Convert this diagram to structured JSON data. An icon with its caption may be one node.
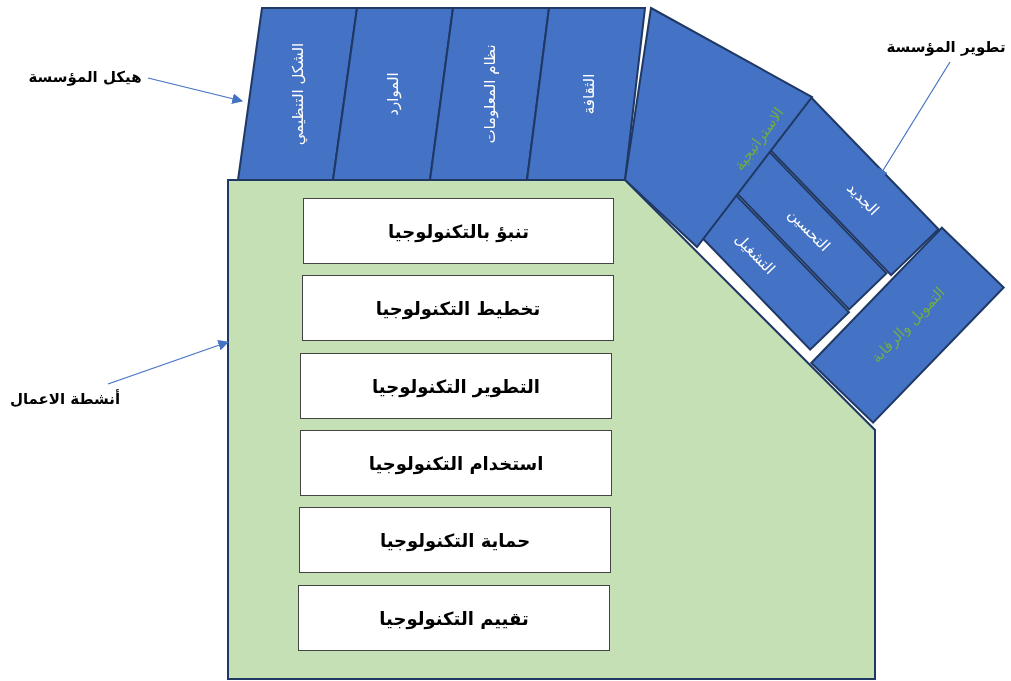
{
  "diagram": {
    "nodes": [
      {
        "text": [
          "هيكل المؤسسة"
        ]
      },
      {
        "text": [
          "تطوير المؤسسة"
        ]
      },
      {
        "text": [
          "أنشطة الاعمال"
        ]
      },
      {
        "text": [
          "الشكل التنظيمي"
        ]
      },
      {
        "text": [
          "الموارد"
        ]
      },
      {
        "text": [
          "نظام المعلومات"
        ]
      },
      {
        "text": [
          "الثقافة"
        ]
      },
      {
        "text": [
          "الاستراتيجية"
        ]
      },
      {
        "text": [
          "الجديد"
        ]
      },
      {
        "text": [
          "التحسين"
        ]
      },
      {
        "text": [
          "التشغيل"
        ]
      },
      {
        "text": [
          "التمويل والرقابة"
        ]
      },
      {
        "text": [],
        "shape": "box"
      },
      {
        "text": [
          "تنبؤ بالتكنولوجيا"
        ],
        "in": 12
      },
      {
        "text": [
          "تخطيط التكنولوجيا"
        ],
        "in": 12
      },
      {
        "text": [
          "التطوير التكنولوجيا"
        ],
        "in": 12
      },
      {
        "text": [
          "استخدام التكنولوجيا"
        ],
        "in": 12
      },
      {
        "text": [
          "حماية التكنولوجيا"
        ],
        "in": 12
      },
      {
        "text": [
          "تقييم التكنولوجيا"
        ],
        "in": 12
      }
    ],
    "edges": [
      {
        "from": 0,
        "to": 3,
        "arrow": "to"
      },
      {
        "from": 1,
        "to": 8,
        "arrow": "to"
      },
      {
        "from": 2,
        "to": 12,
        "arrow": "to"
      }
    ]
  }
}
